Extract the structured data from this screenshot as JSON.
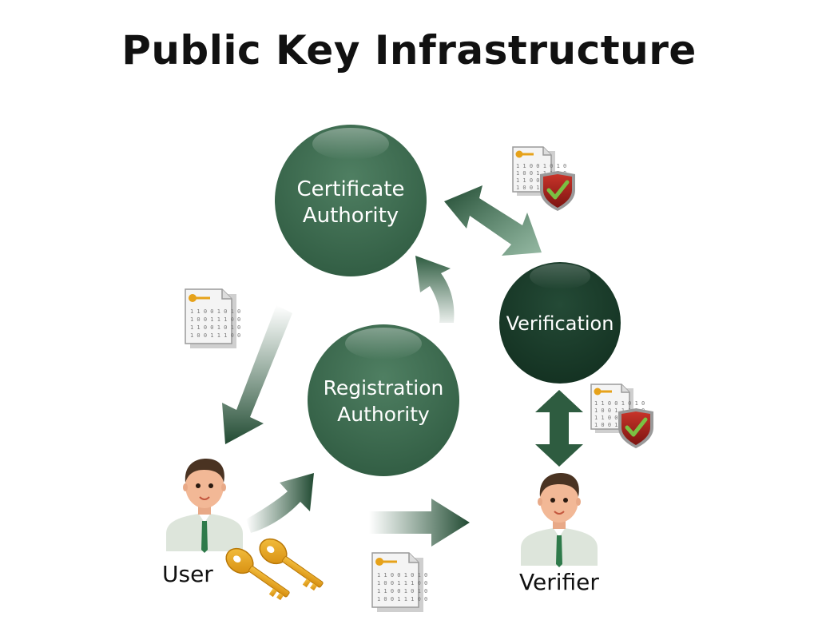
{
  "title": "Public Key Infrastructure",
  "nodes": {
    "certificate_authority": {
      "line1": "Certificate",
      "line2": "Authority"
    },
    "registration_authority": {
      "line1": "Registration",
      "line2": "Authority"
    },
    "verification": {
      "label": "Verification"
    }
  },
  "actors": {
    "user": {
      "label": "User"
    },
    "verifier": {
      "label": "Verifier"
    }
  },
  "certificate_bits": [
    "1 1 0 0 1 0 1 0",
    "1 0 0 1 1 1 0 0",
    "1 1 0 0 1 0 1 0",
    "1 0 0 1 1 1 0 0"
  ],
  "colors": {
    "node_green": "#3d6b4f",
    "verification_dark": "#1c3b2b",
    "arrow_green": "#2e5c40",
    "key_gold": "#e6a21a",
    "shield_red": "#b3261e",
    "check_green": "#7ac143"
  }
}
